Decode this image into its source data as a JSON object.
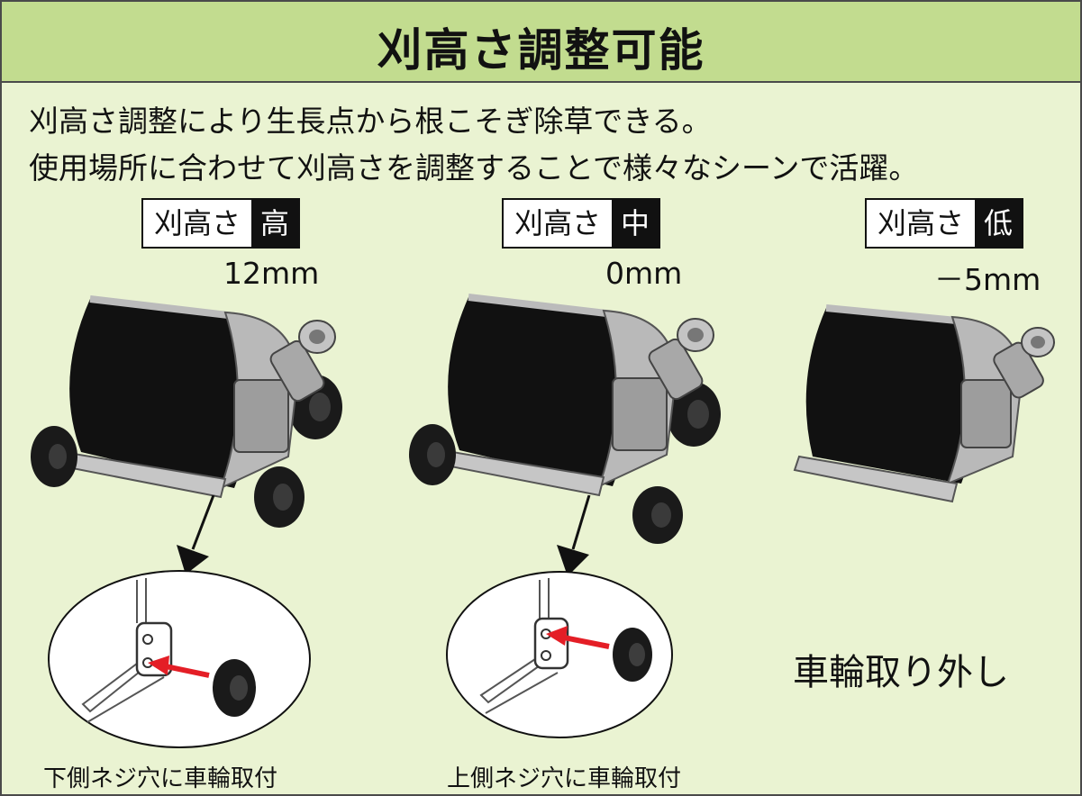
{
  "title": "刈高さ調整可能",
  "description": {
    "line1": "刈高さ調整により生長点から根こそぎ除草できる。",
    "line2": "使用場所に合わせて刈高さを調整することで様々なシーンで活躍。"
  },
  "settings": [
    {
      "label": "刈高さ",
      "level": "高",
      "value": "12mm",
      "wheels": "attached-lower"
    },
    {
      "label": "刈高さ",
      "level": "中",
      "value": "0mm",
      "wheels": "attached-upper"
    },
    {
      "label": "刈高さ",
      "level": "低",
      "value": "－5mm",
      "wheels": "removed"
    }
  ],
  "captions": {
    "high": "下側ネジ穴に車輪取付",
    "mid": "上側ネジ穴に車輪取付",
    "low": "車輪取り外し"
  },
  "colors": {
    "header_bg": "#c2dc8f",
    "panel_bg": "#eaf3d2",
    "arrow_red": "#e41e26"
  },
  "icons": [
    "down-arrow-icon",
    "red-arrow-icon"
  ]
}
